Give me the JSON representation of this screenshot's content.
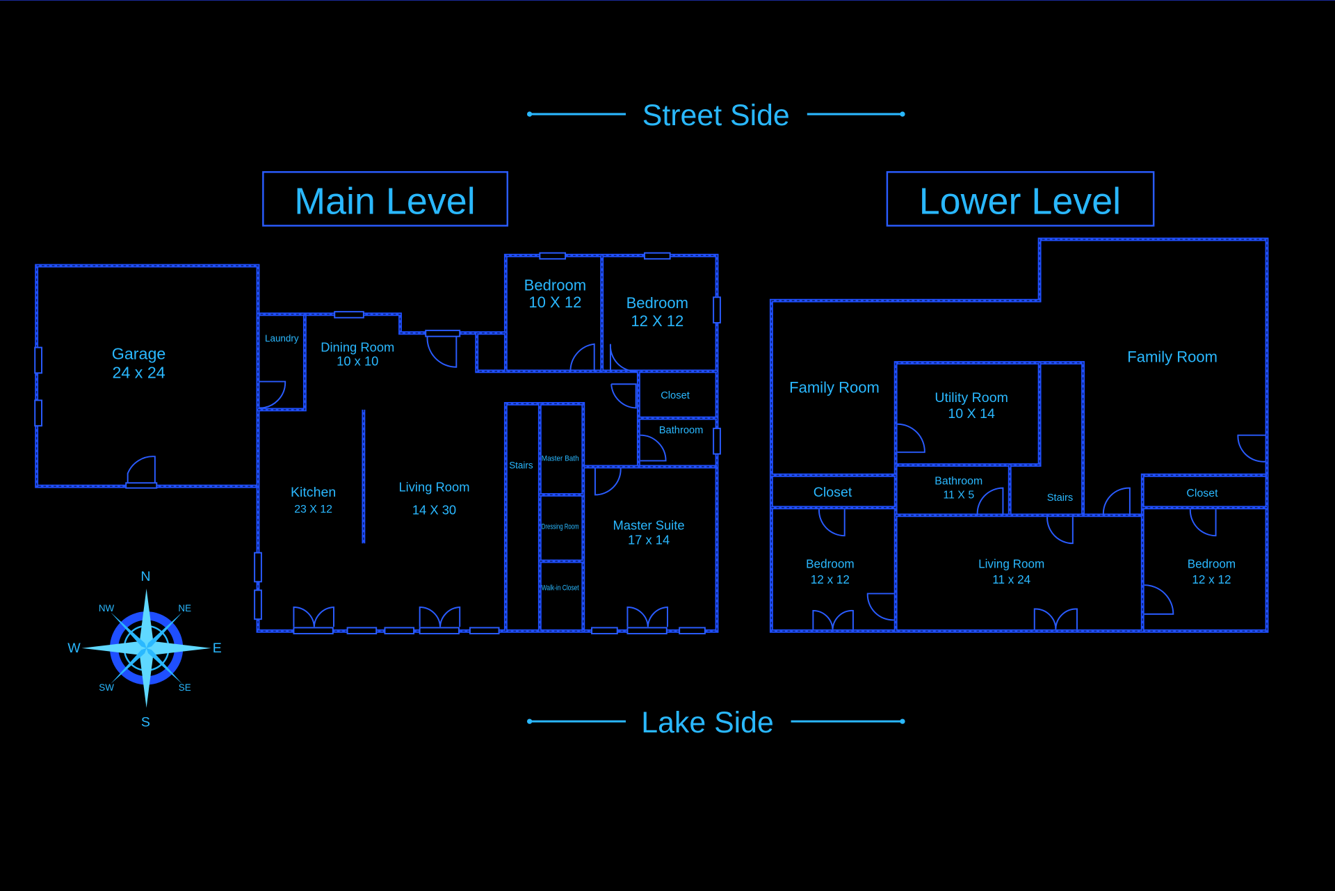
{
  "headings": {
    "street_side": "Street Side",
    "lake_side": "Lake Side"
  },
  "main_level": {
    "title": "Main Level",
    "rooms": [
      {
        "name": "Garage",
        "size": "24 x 24"
      },
      {
        "name": "Laundry"
      },
      {
        "name": "Dining Room",
        "size": "10 x 10"
      },
      {
        "name": "Bedroom",
        "size": "10 X 12"
      },
      {
        "name": "Bedroom",
        "size": "12 X 12"
      },
      {
        "name": "Closet"
      },
      {
        "name": "Bathroom"
      },
      {
        "name": "Kitchen",
        "size": "23 X 12"
      },
      {
        "name": "Living Room",
        "size": "14 X 30"
      },
      {
        "name": "Stairs"
      },
      {
        "name": "Master Bath"
      },
      {
        "name": "Dressing Room"
      },
      {
        "name": "Walk-in Closet"
      },
      {
        "name": "Master Suite",
        "size": "17 x 14"
      }
    ]
  },
  "lower_level": {
    "title": "Lower Level",
    "rooms": [
      {
        "name": "Family Room"
      },
      {
        "name": "Utility Room",
        "size": "10 X 14"
      },
      {
        "name": "Family Room"
      },
      {
        "name": "Closet"
      },
      {
        "name": "Bathroom",
        "size": "11 X 5"
      },
      {
        "name": "Stairs"
      },
      {
        "name": "Closet"
      },
      {
        "name": "Bedroom",
        "size": "12 x 12"
      },
      {
        "name": "Living Room",
        "size": "11 x 24"
      },
      {
        "name": "Bedroom",
        "size": "12 x 12"
      }
    ]
  },
  "compass": {
    "n": "N",
    "s": "S",
    "e": "E",
    "w": "W",
    "ne": "NE",
    "nw": "NW",
    "se": "SE",
    "sw": "SW"
  },
  "colors": {
    "background": "#000000",
    "walls": "#1f4fff",
    "text": "#2ab8ff"
  }
}
